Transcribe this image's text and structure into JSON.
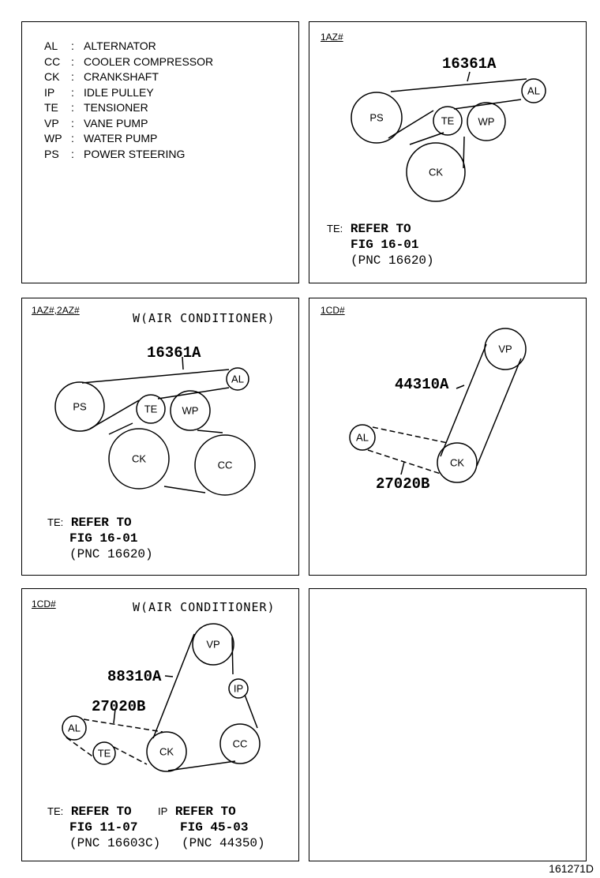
{
  "legend": [
    {
      "abbr": "AL",
      "name": "ALTERNATOR"
    },
    {
      "abbr": "CC",
      "name": "COOLER COMPRESSOR"
    },
    {
      "abbr": "CK",
      "name": "CRANKSHAFT"
    },
    {
      "abbr": "IP",
      "name": "IDLE PULLEY"
    },
    {
      "abbr": "TE",
      "name": "TENSIONER"
    },
    {
      "abbr": "VP",
      "name": "VANE PUMP"
    },
    {
      "abbr": "WP",
      "name": "WATER PUMP"
    },
    {
      "abbr": "PS",
      "name": "POWER STEERING"
    }
  ],
  "legend_colon": ":",
  "pulley": {
    "al": "AL",
    "cc": "CC",
    "ck": "CK",
    "ip": "IP",
    "te": "TE",
    "vp": "VP",
    "wp": "WP",
    "ps": "PS"
  },
  "panel_1az": {
    "tag": "1AZ#",
    "part": "16361A",
    "ref": {
      "prefix": "TE:",
      "line1": "REFER TO",
      "line2": "FIG 16-01",
      "line3": "(PNC 16620)"
    }
  },
  "panel_1az_ac": {
    "tag": "1AZ#,2AZ#",
    "condition": "W(AIR CONDITIONER)",
    "part": "16361A",
    "ref": {
      "prefix": "TE:",
      "line1": "REFER TO",
      "line2": "FIG 16-01",
      "line3": "(PNC 16620)"
    }
  },
  "panel_1cd": {
    "tag": "1CD#",
    "part_a": "44310A",
    "part_b": "27020B"
  },
  "panel_1cd_ac": {
    "tag": "1CD#",
    "condition": "W(AIR CONDITIONER)",
    "part_a": "88310A",
    "part_b": "27020B",
    "ref_te": {
      "prefix": "TE:",
      "line1": "REFER TO",
      "line2": "FIG 11-07",
      "line3": "(PNC 16603C)"
    },
    "ref_ip": {
      "prefix": "IP",
      "line1": "REFER TO",
      "line2": "FIG 45-03",
      "line3": "(PNC 44350)"
    }
  },
  "figure_id": "161271D"
}
